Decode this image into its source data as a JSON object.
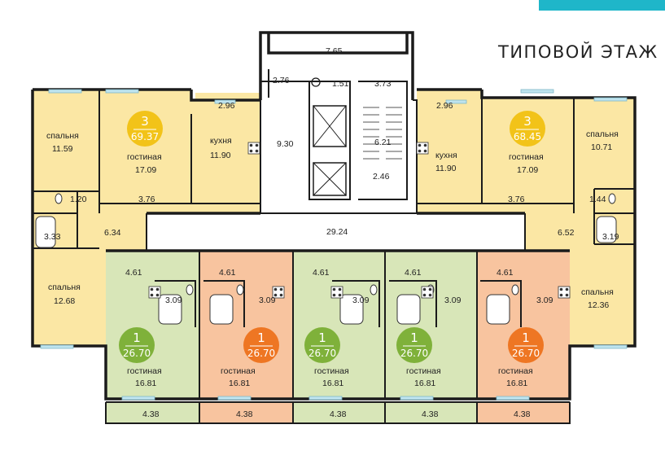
{
  "title": "ТИПОВОЙ ЭТАЖ",
  "colors": {
    "three_room": "#fbe7a4",
    "one_room_green": "#d8e6b8",
    "one_room_orange": "#f8c49f",
    "badge_yellow": "#f2c319",
    "badge_green": "#7fb13a",
    "badge_orange": "#ee7623",
    "wall": "#1b1b1b",
    "accent": "#1fb6c9"
  },
  "apartments": [
    {
      "id": "left-3",
      "rooms": "3",
      "area": "69.37"
    },
    {
      "id": "right-3",
      "rooms": "3",
      "area": "68.45"
    },
    {
      "id": "1a",
      "rooms": "1",
      "area": "26.70"
    },
    {
      "id": "1b",
      "rooms": "1",
      "area": "26.70"
    },
    {
      "id": "1c",
      "rooms": "1",
      "area": "26.70"
    },
    {
      "id": "1d",
      "rooms": "1",
      "area": "26.70"
    },
    {
      "id": "1e",
      "rooms": "1",
      "area": "26.70"
    }
  ],
  "labels": {
    "l_bed1_name": "спальня",
    "l_bed1_area": "11.59",
    "l_liv_name": "гостиная",
    "l_liv_area": "17.09",
    "l_kit_name": "кухня",
    "l_kit_area": "11.90",
    "l_balc": "2.96",
    "l_wc": "1.20",
    "l_hall_a": "3.76",
    "l_bath": "3.33",
    "l_corr": "6.34",
    "l_bed2_name": "спальня",
    "l_bed2_area": "12.68",
    "top_stair": "7.65",
    "lobby_a": "2.76",
    "lobby_b": "1.51",
    "lobby_c": "3.73",
    "lobby_main": "9.30",
    "stair_a": "6.21",
    "stair_b": "2.46",
    "corridor": "29.24",
    "r_bed1_name": "спальня",
    "r_bed1_area": "10.71",
    "r_liv_name": "гостиная",
    "r_liv_area": "17.09",
    "r_kit_name": "кухня",
    "r_kit_area": "11.90",
    "r_balc": "2.96",
    "r_wc": "1.44",
    "r_hall_a": "3.76",
    "r_bath": "3.19",
    "r_corr": "6.52",
    "r_bed2_name": "спальня",
    "r_bed2_area": "12.36",
    "s1_hall": "4.61",
    "s1_bath": "3.09",
    "s1_liv_name": "гостиная",
    "s1_liv_area": "16.81",
    "s1_balc": "4.38",
    "s2_hall": "4.61",
    "s2_bath": "3.09",
    "s2_liv_name": "гостиная",
    "s2_liv_area": "16.81",
    "s2_balc": "4.38",
    "s3_hall": "4.61",
    "s3_bath": "3.09",
    "s3_liv_name": "гостиная",
    "s3_liv_area": "16.81",
    "s3_balc": "4.38",
    "s4_hall": "4.61",
    "s4_bath": "3.09",
    "s4_liv_name": "гостиная",
    "s4_liv_area": "16.81",
    "s4_balc": "4.38",
    "s5_hall": "4.61",
    "s5_bath": "3.09",
    "s5_liv_name": "гостиная",
    "s5_liv_area": "16.81",
    "s5_balc": "4.38"
  }
}
